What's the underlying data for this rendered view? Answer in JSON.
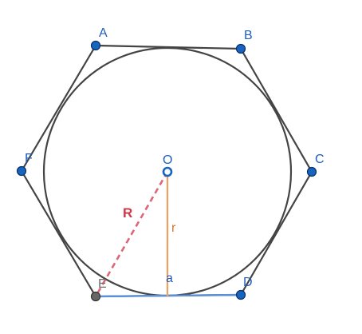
{
  "diagram": {
    "colors": {
      "outline": "#444444",
      "point_fill": "#1565c0",
      "point_stroke": "#0b2f63",
      "point_gray": "#666666",
      "label_blue": "#1f5fbf",
      "label_gray": "#6e6e6e",
      "apothem_line": "#f0a060",
      "apothem_label": "#d4752a",
      "radius_line": "#dd6677",
      "radius_label": "#d03848",
      "side_highlight": "#5b8fd8"
    },
    "points": {
      "A": "A",
      "B": "B",
      "C": "C",
      "D": "D",
      "E": "E",
      "F": "F",
      "O": "O"
    },
    "labels": {
      "radius": "R",
      "apothem": "r",
      "side": "a"
    }
  }
}
